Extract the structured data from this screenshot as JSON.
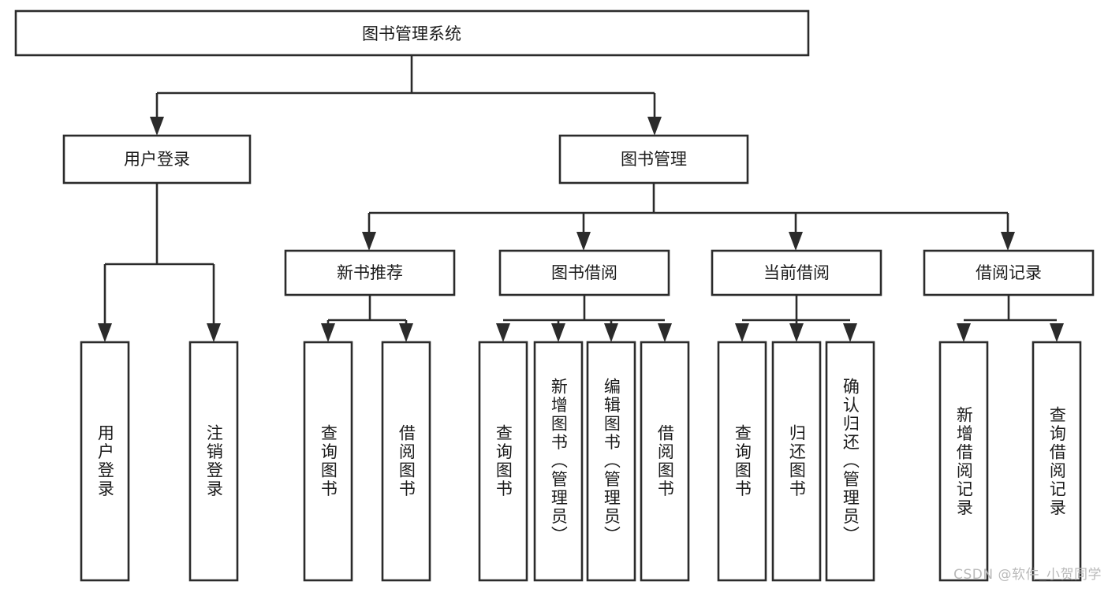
{
  "diagram": {
    "title": "图书管理系统",
    "watermark": "CSDN @软件_小贺同学",
    "colors": {
      "stroke": "#2b2b2b",
      "fill": "#ffffff",
      "text": "#1b1b1b",
      "watermark": "#b9b9b9",
      "background": "#ffffff"
    },
    "levels": {
      "root": {
        "label": "图书管理系统"
      },
      "level2": [
        {
          "label": "用户登录"
        },
        {
          "label": "图书管理"
        }
      ],
      "level3": [
        {
          "label": "新书推荐"
        },
        {
          "label": "图书借阅"
        },
        {
          "label": "当前借阅"
        },
        {
          "label": "借阅记录"
        }
      ],
      "leaves": {
        "user_login": [
          {
            "label": "用户登录"
          },
          {
            "label": "注销登录"
          }
        ],
        "new_book_recommend": [
          {
            "label": "查询图书"
          },
          {
            "label": "借阅图书"
          }
        ],
        "book_borrow": [
          {
            "label": "查询图书"
          },
          {
            "label": "新增图书（管理员）"
          },
          {
            "label": "编辑图书（管理员）"
          },
          {
            "label": "借阅图书"
          }
        ],
        "current_borrow": [
          {
            "label": "查询图书"
          },
          {
            "label": "归还图书"
          },
          {
            "label": "确认归还（管理员）"
          }
        ],
        "borrow_record": [
          {
            "label": "新增借阅记录"
          },
          {
            "label": "查询借阅记录"
          }
        ]
      }
    }
  }
}
